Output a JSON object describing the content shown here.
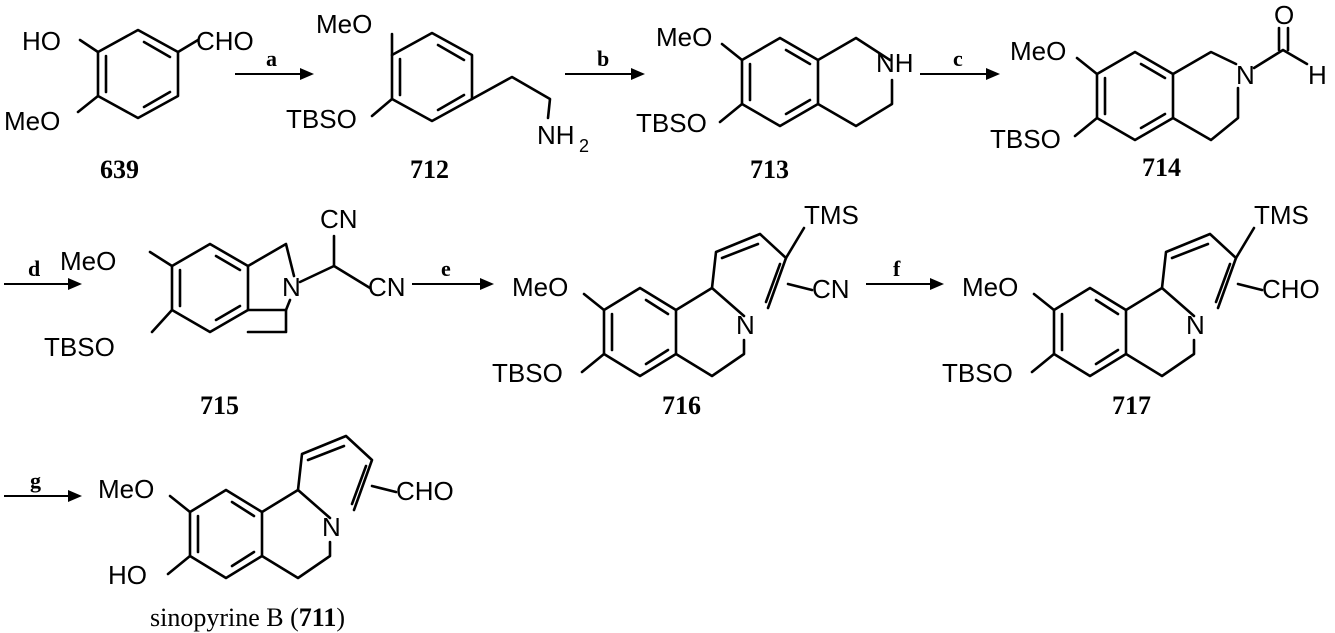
{
  "compounds": {
    "c639": {
      "number": "639",
      "labels": {
        "oh": "HO",
        "cho": "CHO",
        "ome": "MeO"
      }
    },
    "c712": {
      "number": "712",
      "labels": {
        "ome": "MeO",
        "otbs": "TBSO",
        "nh": "NH",
        "h2": "2"
      }
    },
    "c713": {
      "number": "713",
      "labels": {
        "ome": "MeO",
        "otbs": "TBSO",
        "nh": "NH"
      }
    },
    "c714": {
      "number": "714",
      "labels": {
        "ome": "MeO",
        "otbs": "TBSO",
        "n": "N",
        "o": "O",
        "h": "H"
      }
    },
    "c715": {
      "number": "715",
      "labels": {
        "ome": "MeO",
        "otbs": "TBSO",
        "n": "N",
        "cn1": "CN",
        "cn2": "CN"
      }
    },
    "c716": {
      "number": "716",
      "labels": {
        "ome": "MeO",
        "otbs": "TBSO",
        "n": "N",
        "tms": "TMS",
        "cn": "CN"
      }
    },
    "c717": {
      "number": "717",
      "labels": {
        "ome": "MeO",
        "otbs": "TBSO",
        "n": "N",
        "tms": "TMS",
        "cho": "CHO"
      }
    },
    "c711": {
      "name": "sinopyrine B (",
      "number": "711",
      "close": ")",
      "labels": {
        "ome": "MeO",
        "oh": "HO",
        "n": "N",
        "cho": "CHO"
      }
    }
  },
  "reagents": {
    "a": "a",
    "b": "b",
    "c": "c",
    "d": "d",
    "e": "e",
    "f": "f",
    "g": "g"
  }
}
